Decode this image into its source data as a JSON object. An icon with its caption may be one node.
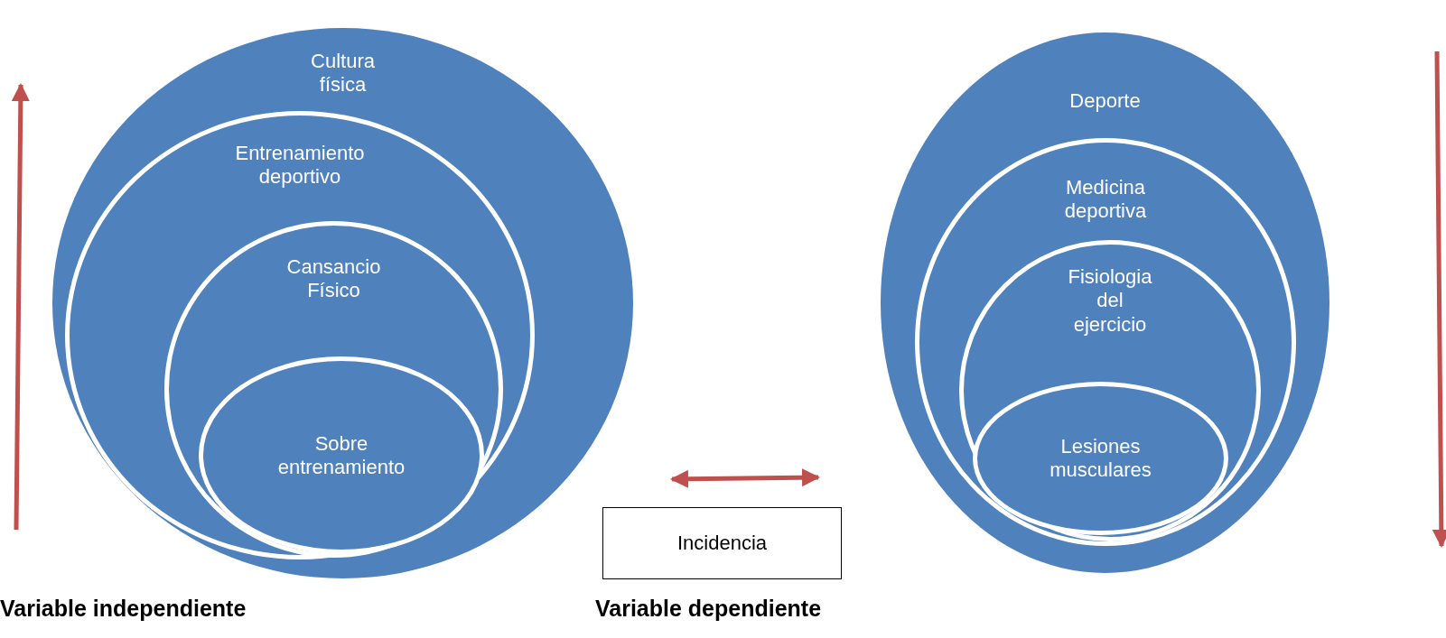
{
  "diagram": {
    "nodes": [
      {
        "text": [
          "Cultura física"
        ]
      },
      {
        "text": [
          "Entrenamiento deportivo"
        ],
        "in": 0
      },
      {
        "text": [
          "Cansancio Físico"
        ],
        "in": 1
      },
      {
        "text": [
          "Sobre entrenamiento"
        ],
        "in": 2
      },
      {
        "text": [
          "Deporte"
        ]
      },
      {
        "text": [
          "Medicina deportiva"
        ],
        "in": 4
      },
      {
        "text": [
          "Fisiologia del ejercicio"
        ],
        "in": 5
      },
      {
        "text": [
          "Lesiones musculares"
        ],
        "in": 6
      },
      {
        "text": [
          "Incidencia"
        ]
      }
    ],
    "edges": [],
    "labels": [
      "Variable independiente",
      "Variable dependiente"
    ]
  }
}
